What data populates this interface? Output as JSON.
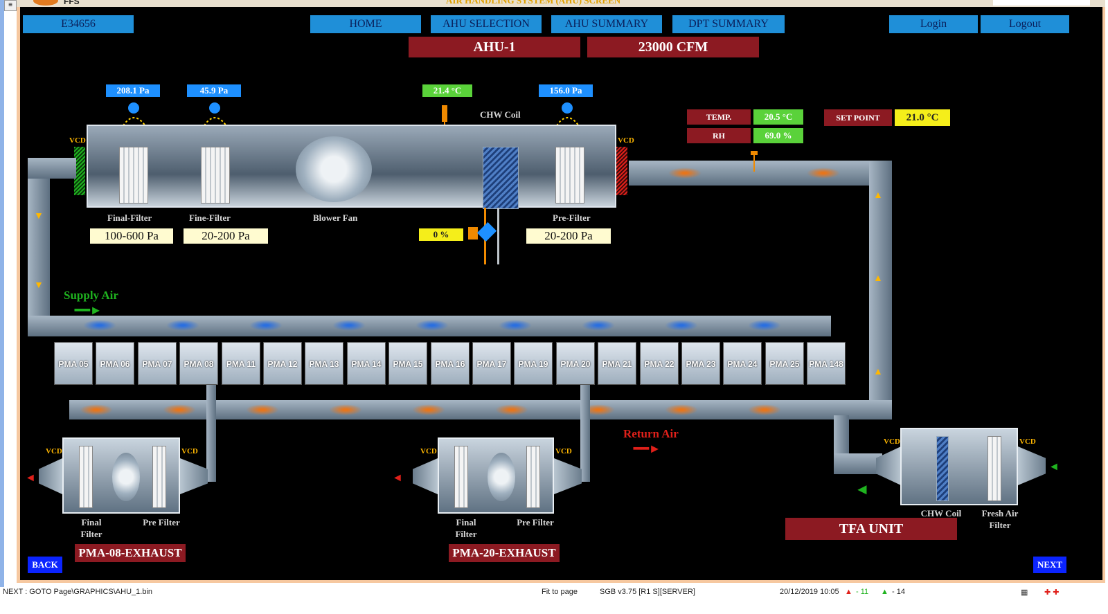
{
  "header": {
    "title_partial": "AIR HANDLING SYSTEM (AHU) SCREEN",
    "logo_text": "FFS"
  },
  "nav": {
    "project_id": "E34656",
    "home": "HOME",
    "ahu_selection": "AHU SELECTION",
    "ahu_summary": "AHU SUMMARY",
    "dpt_summary": "DPT SUMMARY",
    "login": "Login",
    "logout": "Logout"
  },
  "unit": {
    "name": "AHU-1",
    "airflow": "23000 CFM"
  },
  "readings": {
    "final_filter_dp": "208.1 Pa",
    "fine_filter_dp": "45.9 Pa",
    "supply_temp": "21.4 °C",
    "pre_filter_dp": "156.0 Pa",
    "return_temp_label": "TEMP.",
    "return_temp": "20.5 °C",
    "rh_label": "RH",
    "rh": "69.0 %",
    "setpoint_label": "SET POINT",
    "setpoint": "21.0 °C",
    "valve_open": "0 %"
  },
  "ranges": {
    "final_filter": "100-600 Pa",
    "fine_filter": "20-200 Pa",
    "pre_filter": "20-200 Pa"
  },
  "labels": {
    "chw_coil": "CHW Coil",
    "final_filter": "Final-Filter",
    "fine_filter": "Fine-Filter",
    "blower_fan": "Blower Fan",
    "pre_filter": "Pre-Filter",
    "supply_air": "Supply Air",
    "return_air": "Return Air",
    "vcd": "VCD",
    "exh_final_filter": "Final Filter",
    "exh_pre_filter": "Pre Filter",
    "tfa_chw_coil": "CHW Coil",
    "tfa_fresh_air_filter": "Fresh Air Filter"
  },
  "rooms": [
    "PMA 05",
    "PMA 06",
    "PMA 07",
    "PMA 08",
    "PMA 11",
    "PMA 12",
    "PMA 13",
    "PMA 14",
    "PMA 15",
    "PMA 16",
    "PMA 17",
    "PMA 19",
    "PMA 20",
    "PMA 21",
    "PMA 22",
    "PMA 23",
    "PMA 24",
    "PMA 25",
    "PMA 148"
  ],
  "exhausts": {
    "pma08": "PMA-08-EXHAUST",
    "pma20": "PMA-20-EXHAUST",
    "tfa": "TFA UNIT"
  },
  "buttons": {
    "back": "BACK",
    "next": "NEXT"
  },
  "statusbar": {
    "path": "NEXT : GOTO Page\\GRAPHICS\\AHU_1.bin",
    "fit": "Fit to page",
    "server": "SGB v3.75 [R1 S][SERVER]",
    "datetime": "20/12/2019 10:05",
    "alarm1": "- 11",
    "alarm2": "- 14"
  },
  "colors": {
    "nav_blue": "#1f8fd8",
    "maroon": "#8c1a22",
    "reading_blue": "#1e90ff",
    "reading_green": "#5ad23a",
    "setpoint_yellow": "#f5ee1a",
    "supply_green": "#1fb31f",
    "return_red": "#e0201a"
  },
  "icons": {
    "supply_arrow": "arrow-right-icon",
    "return_arrow": "arrow-right-icon",
    "exhaust_arrow": "arrow-left-icon",
    "fresh_air_arrow": "arrow-left-icon",
    "fan": "fan-icon",
    "temp_sensor": "thermometer-icon",
    "valve": "valve-icon",
    "dp_sensor": "pressure-sensor-icon"
  }
}
